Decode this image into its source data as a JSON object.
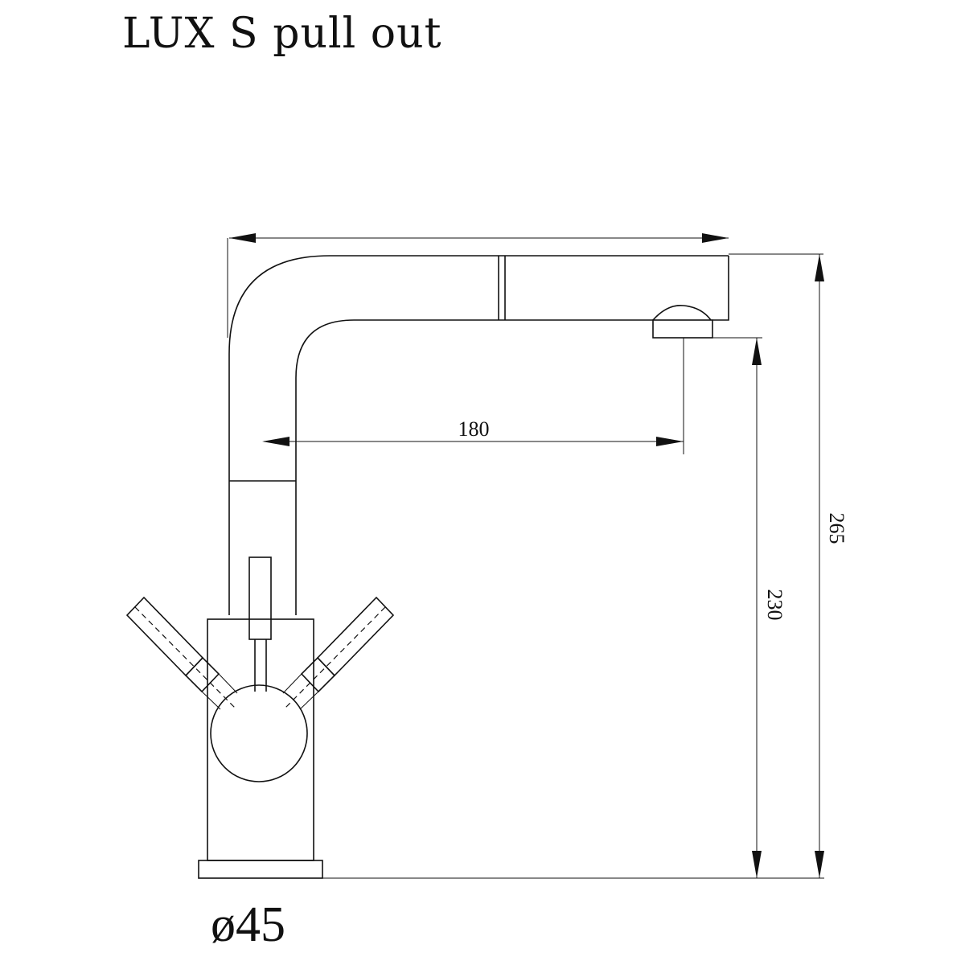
{
  "title": "LUX S pull out",
  "dimensions": {
    "reach": "180",
    "spout_height": "230",
    "total_height": "265",
    "base_diameter": "ø45"
  },
  "colors": {
    "line": "#111111",
    "background": "#ffffff"
  }
}
